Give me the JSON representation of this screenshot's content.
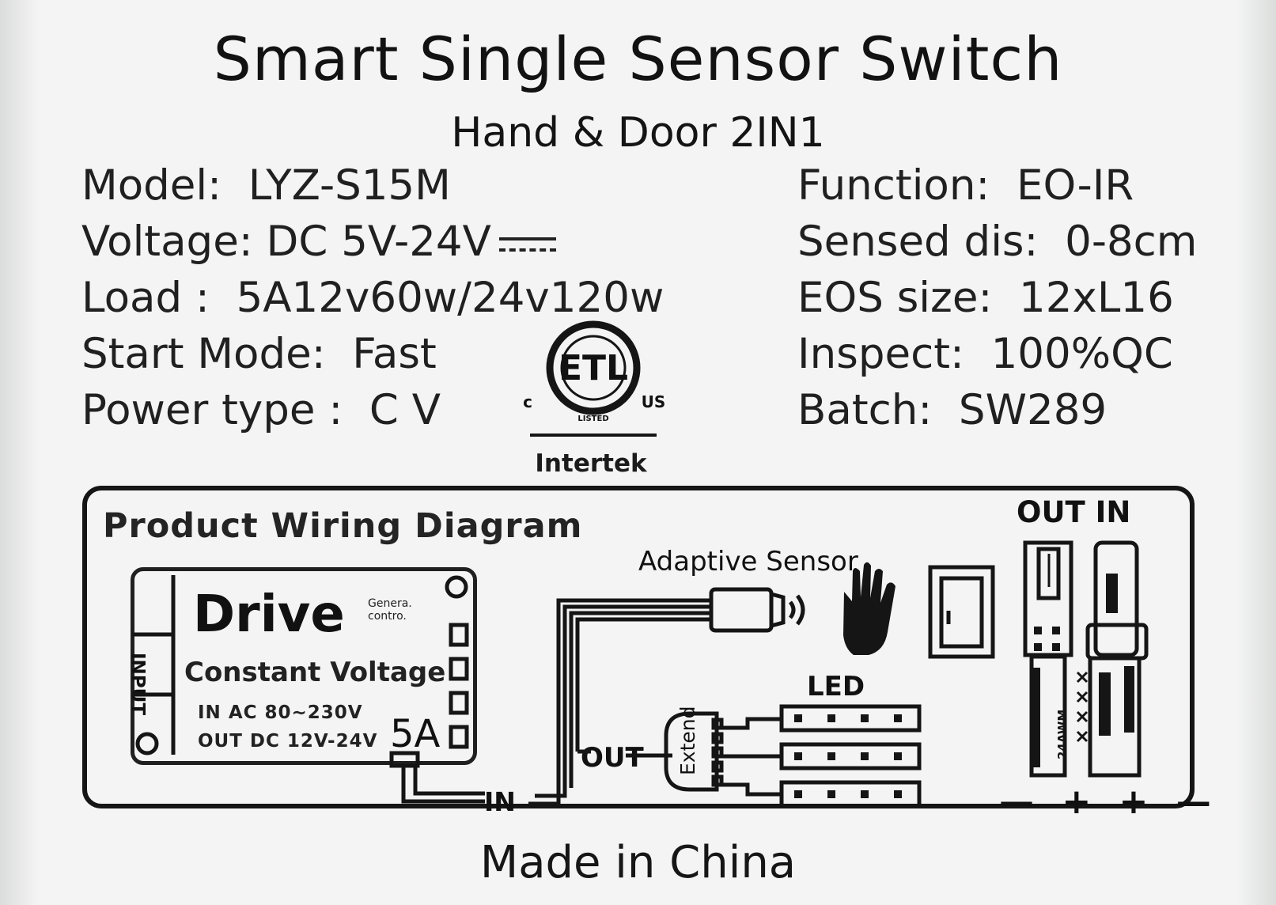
{
  "header": {
    "title": "Smart Single Sensor Switch",
    "subtitle": "Hand & Door 2IN1"
  },
  "specs_left": [
    {
      "key": "Model:",
      "value": "LYZ-S15M"
    },
    {
      "key": "Voltage:",
      "value": "DC 5V-24V"
    },
    {
      "key": "Load :",
      "value": "5A12v60w/24v120w"
    },
    {
      "key": "Start Mode:",
      "value": "Fast"
    },
    {
      "key": "Power type :",
      "value": "C V"
    }
  ],
  "specs_right": [
    {
      "key": "Function:",
      "value": "EO-IR"
    },
    {
      "key": "Sensed dis:",
      "value": "0-8cm"
    },
    {
      "key": "EOS size:",
      "value": "12xL16"
    },
    {
      "key": "Inspect:",
      "value": "100%QC"
    },
    {
      "key": "Batch:",
      "value": "SW289"
    }
  ],
  "certification": {
    "mark": "ETL",
    "left": "c",
    "right": "US",
    "ring_text": "LISTED",
    "lab": "Intertek"
  },
  "diagram": {
    "title": "Product Wiring Diagram",
    "sensor_label": "Adaptive Sensor",
    "led_label": "LED",
    "out_in_label": "OUT  IN",
    "out_label": "OUT",
    "in_label": "IN",
    "polarity": "— + + —",
    "drive_title": "Drive",
    "drive_small1": "Genera.",
    "drive_small2": "contro.",
    "drive_cv": "Constant Voltage",
    "drive_in": "IN AC 80~230V",
    "drive_out": "OUT DC 12V-24V",
    "drive_amp": "5A",
    "input_tag": "INPUT",
    "extend_text": "Extend",
    "awg_text": "24AWM"
  },
  "footer": {
    "made": "Made in China"
  },
  "colors": {
    "label_bg": "#f3f4f3",
    "ink": "#151515"
  }
}
